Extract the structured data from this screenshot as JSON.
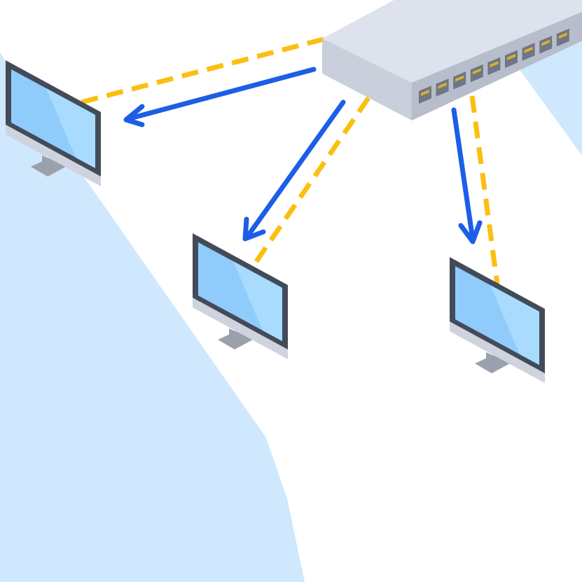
{
  "diagram": {
    "colors": {
      "background": "#ffffff",
      "floor_panel": "#cfe8fd",
      "cable": "#fbbf10",
      "data_flow": "#1c5ee6",
      "switch_top": "#dde2ec",
      "switch_front": "#c9cfdb",
      "switch_side": "#b7bdca",
      "port": "#6f7685",
      "port_light": "#d9b320",
      "monitor_frame": "#434b59",
      "monitor_screen": "#8fccfb",
      "monitor_screen_glare": "#a8dbfd",
      "monitor_chin": "#ced3de",
      "monitor_stand": "#9aa1ad"
    },
    "icons": {
      "switch": "network-switch-icon",
      "computer": "desktop-monitor-icon"
    },
    "nodes": [
      {
        "id": "network-switch",
        "kind": "switch",
        "port_count": 9
      },
      {
        "id": "monitor-left",
        "kind": "computer"
      },
      {
        "id": "monitor-center",
        "kind": "computer"
      },
      {
        "id": "monitor-right",
        "kind": "computer"
      }
    ],
    "links": [
      {
        "from": "network-switch",
        "to": "monitor-left",
        "cable": "dashed",
        "flow_direction": "to-monitor"
      },
      {
        "from": "network-switch",
        "to": "monitor-center",
        "cable": "dashed",
        "flow_direction": "to-monitor"
      },
      {
        "from": "network-switch",
        "to": "monitor-right",
        "cable": "dashed",
        "flow_direction": "to-monitor"
      }
    ]
  }
}
